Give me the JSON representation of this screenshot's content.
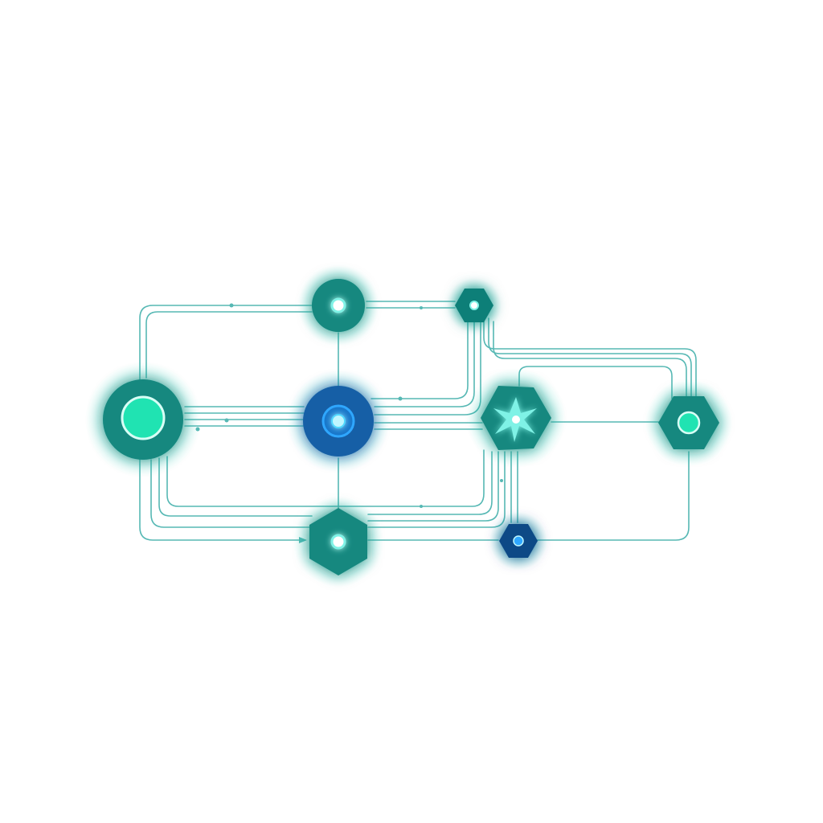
{
  "diagram": {
    "kind": "network-node-graph",
    "colors": {
      "background": "#ffffff",
      "wire": "#56b8b4",
      "glow": "#2ee6c8",
      "node_teal": "#13887f",
      "node_teal_dark": "#0c6f6a",
      "node_blue": "#155fa6",
      "node_blue_dark": "#0d4a86",
      "core_mint": "#20e3b2",
      "core_cyan": "#7ff2e6",
      "core_blue": "#2fa7ff"
    },
    "nodes": [
      {
        "id": "left-hub",
        "shape": "circle",
        "fill": "teal",
        "core": "mint"
      },
      {
        "id": "top-circle",
        "shape": "circle",
        "fill": "teal",
        "core": "cyan"
      },
      {
        "id": "center-hub",
        "shape": "circle",
        "fill": "blue",
        "core": "blue-concentric"
      },
      {
        "id": "top-small-hexagon",
        "shape": "hexagon",
        "fill": "teal",
        "core": "cyan"
      },
      {
        "id": "sparkle-hexagon",
        "shape": "hexagon",
        "fill": "teal",
        "core": "starburst"
      },
      {
        "id": "right-hexagon",
        "shape": "hexagon",
        "fill": "teal",
        "core": "mint-ring"
      },
      {
        "id": "bottom-hexagon",
        "shape": "hexagon",
        "fill": "teal",
        "core": "cyan"
      },
      {
        "id": "small-blue-hexagon",
        "shape": "hexagon",
        "fill": "blue",
        "core": "blue"
      }
    ],
    "connections": [
      {
        "from": "left-hub",
        "to": "top-circle"
      },
      {
        "from": "top-circle",
        "to": "top-small-hexagon"
      },
      {
        "from": "top-circle",
        "to": "center-hub"
      },
      {
        "from": "center-hub",
        "to": "bottom-hexagon"
      },
      {
        "from": "left-hub",
        "to": "center-hub"
      },
      {
        "from": "center-hub",
        "to": "sparkle-hexagon"
      },
      {
        "from": "top-small-hexagon",
        "to": "center-hub"
      },
      {
        "from": "top-small-hexagon",
        "to": "right-hexagon"
      },
      {
        "from": "sparkle-hexagon",
        "to": "right-hexagon"
      },
      {
        "from": "right-hexagon",
        "to": "small-blue-hexagon"
      },
      {
        "from": "left-hub",
        "to": "bottom-hexagon"
      },
      {
        "from": "bottom-hexagon",
        "to": "small-blue-hexagon"
      },
      {
        "from": "bottom-hexagon",
        "to": "sparkle-hexagon"
      }
    ]
  }
}
